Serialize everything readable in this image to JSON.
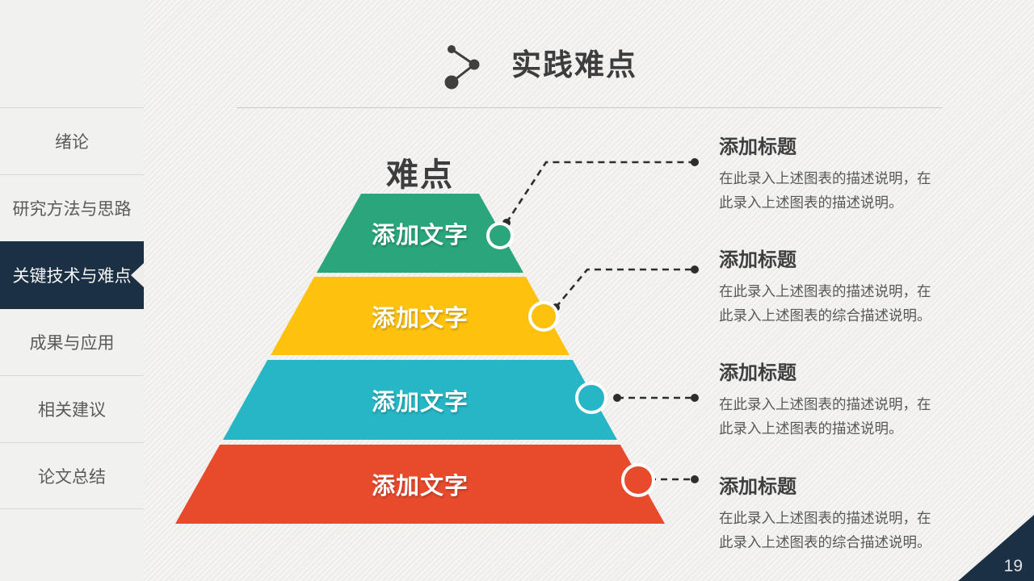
{
  "slide": {
    "title": "实践难点",
    "page_number": "19"
  },
  "sidebar": {
    "items": [
      {
        "label": "绪论",
        "active": false
      },
      {
        "label": "研究方法与思路",
        "active": false
      },
      {
        "label": "关键技术与难点",
        "active": true
      },
      {
        "label": "成果与应用",
        "active": false
      },
      {
        "label": "相关建议",
        "active": false
      },
      {
        "label": "论文总结",
        "active": false
      }
    ]
  },
  "diagram": {
    "pyramid_label": "难点",
    "levels": [
      {
        "text": "添加文字",
        "color": "#2aa57c"
      },
      {
        "text": "添加文字",
        "color": "#fec10d"
      },
      {
        "text": "添加文字",
        "color": "#27b6c6"
      },
      {
        "text": "添加文字",
        "color": "#e84a2c"
      }
    ],
    "callouts": [
      {
        "title": "添加标题",
        "line1": "在此录入上述图表的描述说明，在",
        "line2": "此录入上述图表的描述说明。"
      },
      {
        "title": "添加标题",
        "line1": "在此录入上述图表的描述说明，在",
        "line2": "此录入上述图表的综合描述说明。"
      },
      {
        "title": "添加标题",
        "line1": "在此录入上述图表的描述说明，在",
        "line2": "此录入上述图表的描述说明。"
      },
      {
        "title": "添加标题",
        "line1": "在此录入上述图表的描述说明，在",
        "line2": "此录入上述图表的综合描述说明。"
      }
    ]
  },
  "colors": {
    "accent_dark": "#1c3044",
    "title_text": "#3d3d3d",
    "body_text": "#585858",
    "connector": "#2d2d2d",
    "background": "#efeeec"
  }
}
